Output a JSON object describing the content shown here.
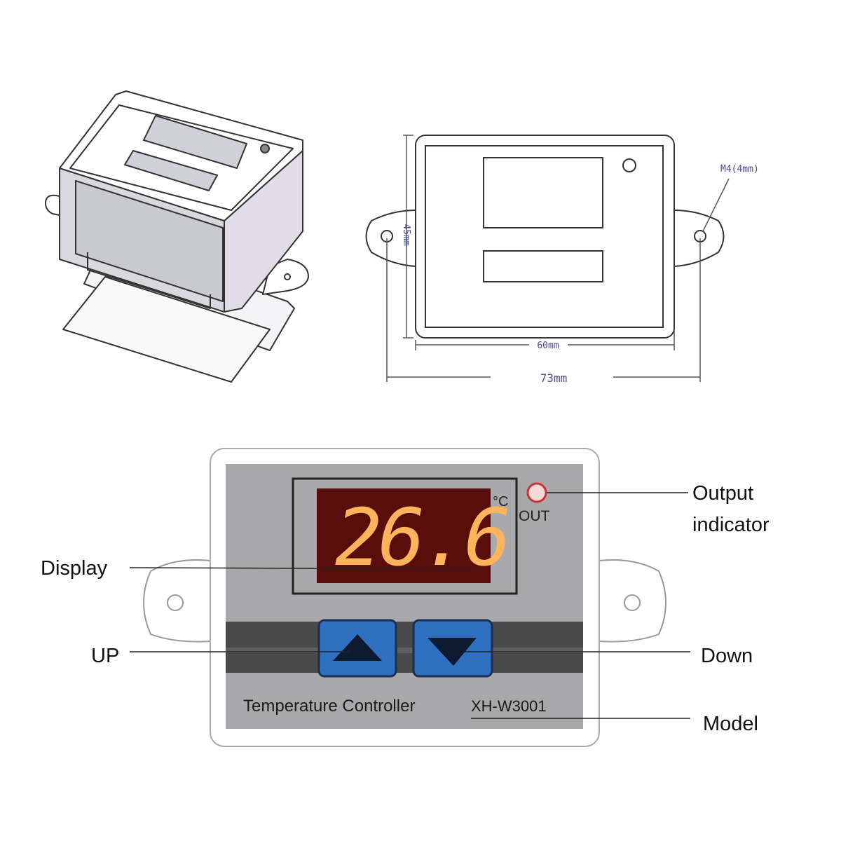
{
  "dimensions": {
    "height": "45mm",
    "inner_width": "60mm",
    "total_width": "73mm",
    "hole": "M4(4mm)"
  },
  "device": {
    "reading": "26.6",
    "unit": "°C",
    "led_label": "OUT",
    "product_name": "Temperature Controller",
    "model": "XH-W3001",
    "colors": {
      "panel": "#a9a9ab",
      "screen": "#5a0e0b",
      "digits": "#ffb35a",
      "button": "#2f6fc0",
      "strip": "#4a4a4a",
      "led": "#e04040"
    }
  },
  "callouts": {
    "output_line1": "Output",
    "output_line2": "indicator",
    "display": "Display",
    "up": "UP",
    "down": "Down",
    "model": "Model"
  },
  "icons": {
    "up_button": "triangle-up-icon",
    "down_button": "triangle-down-icon"
  }
}
